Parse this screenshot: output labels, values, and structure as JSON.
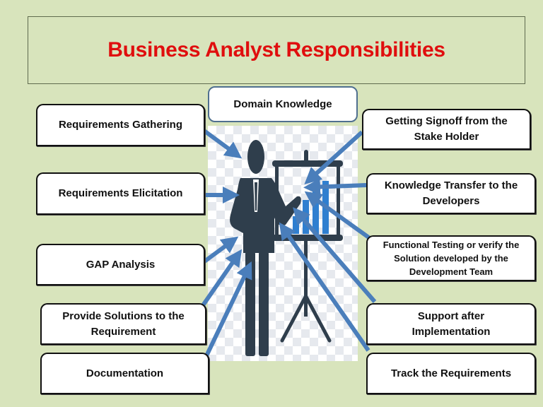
{
  "title": "Business Analyst Responsibilities",
  "center": {
    "label": "Domain Knowledge",
    "image": "presenter-with-chart-icon"
  },
  "left_items": [
    {
      "label": "Requirements Gathering"
    },
    {
      "label": "Requirements Elicitation"
    },
    {
      "label": "GAP Analysis"
    },
    {
      "label": "Provide Solutions to the Requirement"
    },
    {
      "label": "Documentation"
    }
  ],
  "right_items": [
    {
      "label": "Getting Signoff from the Stake Holder"
    },
    {
      "label": "Knowledge Transfer to the Developers"
    },
    {
      "label": "Functional Testing or verify the Solution developed by the Development Team"
    },
    {
      "label": "Support after Implementation"
    },
    {
      "label": "Track the Requirements"
    }
  ],
  "colors": {
    "background": "#d8e4bc",
    "title": "#e00e0e",
    "arrow": "#4a7ebb",
    "figure": "#2f3e4c",
    "bars": "#2f7fd0"
  }
}
